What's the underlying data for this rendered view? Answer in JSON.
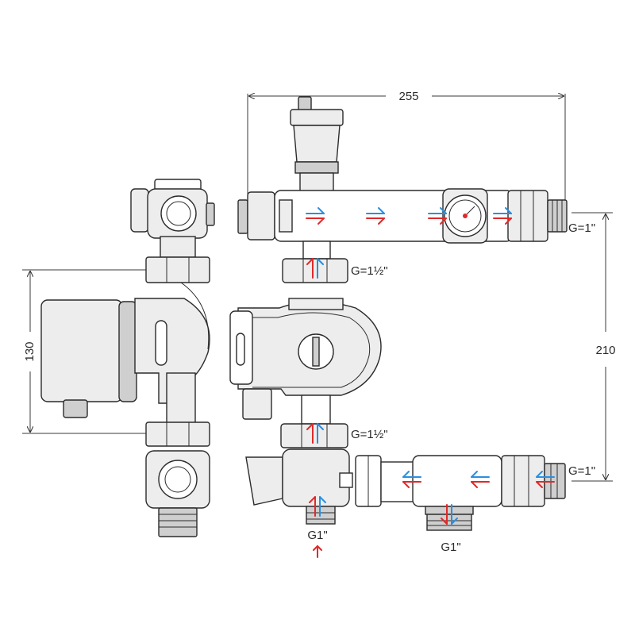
{
  "dimensions": {
    "width": "255",
    "height_right": "210",
    "height_left": "130"
  },
  "connections": {
    "top_outlet": "G=1\"",
    "pump_top": "G=1½\"",
    "pump_bottom": "G=1½\"",
    "bottom_return": "G=1\"",
    "bottom_left": "G1\"",
    "bottom_right": "G1\""
  },
  "colors": {
    "supply": "#e02a2a",
    "return": "#2a8fe0",
    "outline": "#2b2b2b"
  }
}
